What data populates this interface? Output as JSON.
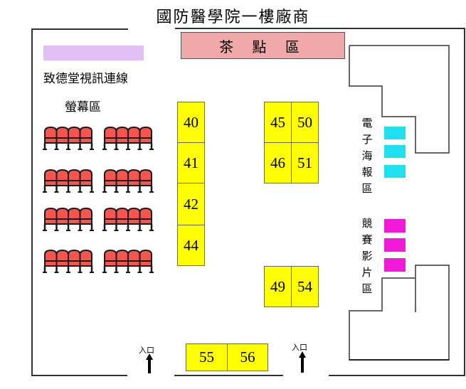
{
  "title": "國防醫學院一樓廠商",
  "tea_area": {
    "label": "茶 點 區",
    "color": "#f0a8a8"
  },
  "video_link": {
    "label_line1": "致德堂視訊連線",
    "label_line2": "螢幕區",
    "screen_color": "#e2bff5"
  },
  "seating": {
    "rows": 4,
    "groups_per_row": 2,
    "seats_per_group": 4,
    "seat_color": "#f5544f",
    "seat_icon": "theater-seat-row-icon"
  },
  "booths": [
    {
      "number": "40"
    },
    {
      "number": "41"
    },
    {
      "number": "42"
    },
    {
      "number": "44"
    },
    {
      "number": "45"
    },
    {
      "number": "50"
    },
    {
      "number": "46"
    },
    {
      "number": "51"
    },
    {
      "number": "49"
    },
    {
      "number": "54"
    },
    {
      "number": "55"
    },
    {
      "number": "56"
    }
  ],
  "booth_color": "#ffff00",
  "poster_area": {
    "label_chars": [
      "電",
      "子",
      "海",
      "報",
      "區"
    ],
    "color": "#1ee0ee",
    "boards": 3
  },
  "video_area": {
    "label_chars": [
      "競",
      "賽",
      "影",
      "片",
      "區"
    ],
    "color": "#f01ad8",
    "boards": 3
  },
  "entrances": [
    {
      "label": "入口",
      "icon": "arrow-up-icon"
    },
    {
      "label": "入口",
      "icon": "arrow-up-icon"
    }
  ]
}
